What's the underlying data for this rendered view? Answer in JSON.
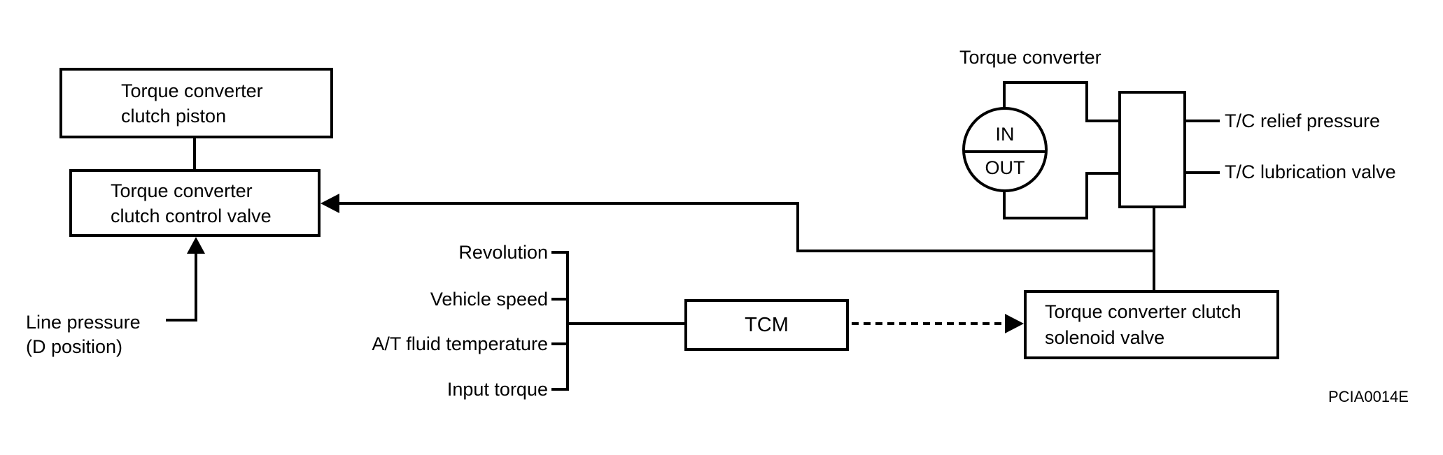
{
  "colors": {
    "ink": "#000000",
    "background": "#ffffff"
  },
  "diagram": {
    "piston_box": {
      "line1": "Torque converter",
      "line2": "clutch piston"
    },
    "control_valve_box": {
      "line1": "Torque converter",
      "line2": "clutch control valve"
    },
    "line_pressure": {
      "line1": "Line pressure",
      "line2": "(D position)"
    },
    "inputs": [
      "Revolution",
      "Vehicle speed",
      "A/T fluid temperature",
      "Input torque"
    ],
    "tcm_label": "TCM",
    "solenoid_box": {
      "line1": "Torque converter clutch",
      "line2": "solenoid valve"
    },
    "torque_converter_label": "Torque converter",
    "converter_in": "IN",
    "converter_out": "OUT",
    "tc_relief_label": "T/C relief pressure",
    "tc_lubrication_label": "T/C lubrication valve",
    "figure_code": "PCIA0014E"
  }
}
